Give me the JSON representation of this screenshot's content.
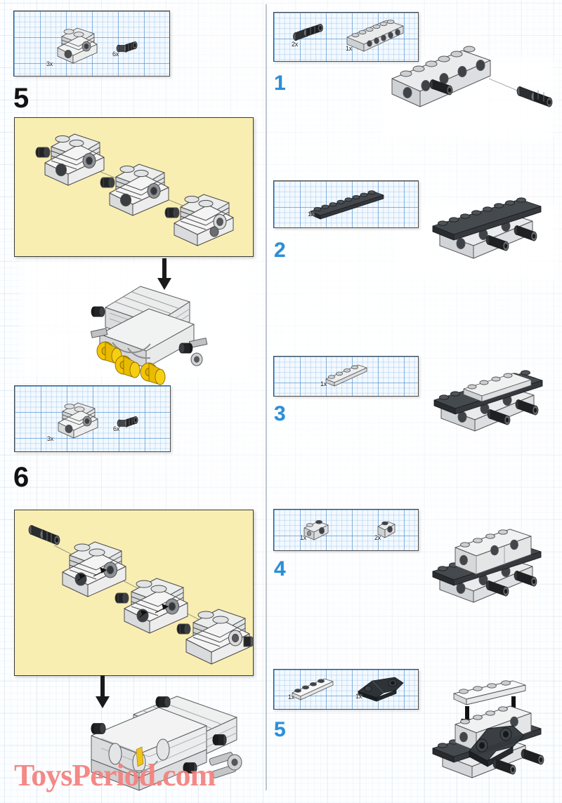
{
  "page": {
    "background": "#fdfeff",
    "grid_color": "#96bedc",
    "divider_color": "#94a2ae",
    "watermark": "ToysPeriod.com",
    "watermark_color": "#f4807d",
    "step_number_color_left": "#121212",
    "step_number_color_right": "#2a8fd8",
    "panel_yellow": "#f9eeb2",
    "parts_box_border": "#4a4a4a"
  },
  "left_column": {
    "parts_box_top": {
      "parts": [
        {
          "name": "engine-cylinder-block",
          "qty": "3x",
          "color": "#d8d9da"
        },
        {
          "name": "axle-connector-pin",
          "qty": "6x",
          "color": "#1e1e1e"
        }
      ]
    },
    "step5": {
      "number": "5",
      "panel_label": "engine-blocks-exploded",
      "sub_parts_count": 3,
      "result_label": "engine-assembly-with-yellow-pistons",
      "piston_color": "#f2c200"
    },
    "parts_box_mid": {
      "parts": [
        {
          "name": "engine-cylinder-block",
          "qty": "3x",
          "color": "#d8d9da"
        },
        {
          "name": "axle-connector-pin",
          "qty": "6x",
          "color": "#1e1e1e"
        }
      ]
    },
    "step6": {
      "number": "6",
      "panel_label": "engine-blocks-with-pins-exploded",
      "sub_parts_count": 3,
      "result_label": "v6-engine-assembly",
      "piston_color": "#f2c200"
    }
  },
  "right_column": {
    "steps": [
      {
        "number": "1",
        "parts": [
          {
            "name": "technic-axle-pin",
            "qty": "2x",
            "color": "#1e1e1e"
          },
          {
            "name": "technic-brick-1x6",
            "qty": "1x",
            "color": "#d5d8da"
          }
        ],
        "assembly": "technic-brick-1x6-with-two-axle-pins"
      },
      {
        "number": "2",
        "parts": [
          {
            "name": "plate-1x8-black",
            "qty": "1x",
            "color": "#3a3e42"
          }
        ],
        "assembly": "black-plate-on-technic-brick"
      },
      {
        "number": "3",
        "parts": [
          {
            "name": "plate-1x4-light-gray",
            "qty": "1x",
            "color": "#cfd3d6"
          }
        ],
        "assembly": "light-gray-plate-added"
      },
      {
        "number": "4",
        "parts": [
          {
            "name": "technic-brick-1x2",
            "qty": "1x",
            "color": "#d5d8da"
          },
          {
            "name": "technic-brick-1x1",
            "qty": "2x",
            "color": "#d5d8da"
          }
        ],
        "assembly": "technic-bricks-stacked-on-plate"
      },
      {
        "number": "5",
        "parts": [
          {
            "name": "plate-1x4-white",
            "qty": "1x",
            "color": "#eef0f1"
          },
          {
            "name": "technic-steering-link-black",
            "qty": "1x",
            "color": "#2c3034"
          }
        ],
        "assembly": "assembly-with-steering-link-and-top-plate"
      }
    ]
  }
}
